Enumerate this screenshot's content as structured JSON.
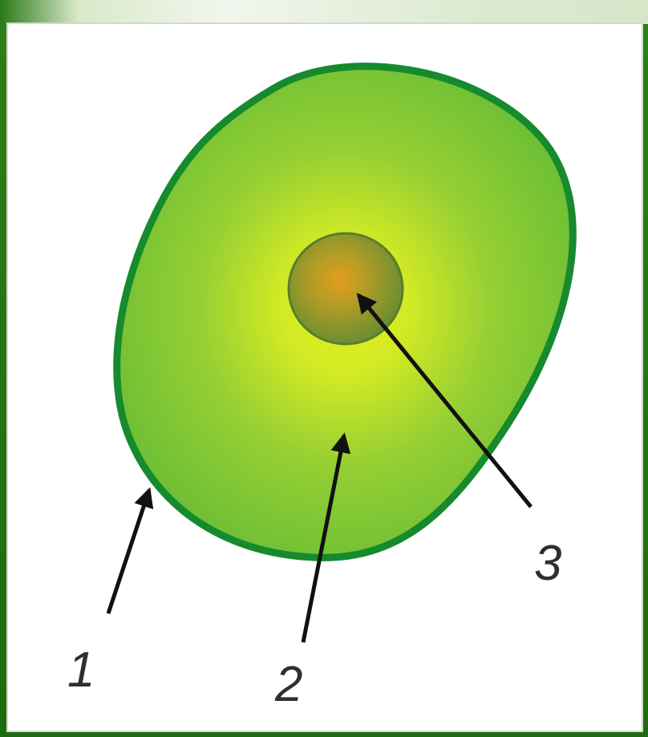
{
  "labels": {
    "cell_wall": "1",
    "cytoplasm": "2",
    "nucleus": "3"
  },
  "colors": {
    "frame_green": "#1e6a10",
    "cell_wall": "#168a2d",
    "cytoplasm_outer": "#6fbe34",
    "cytoplasm_center": "#e2ef1a",
    "nucleus_outer": "#6f9f2f",
    "nucleus_center": "#e59b1e",
    "arrow": "#111111",
    "label": "#2f2f2f"
  }
}
